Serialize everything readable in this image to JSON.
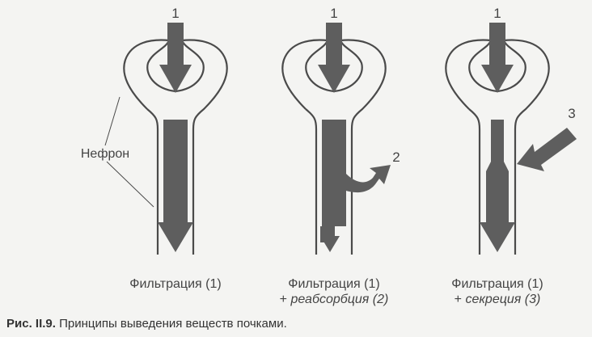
{
  "nephron_label": "Нефрон",
  "panels": [
    {
      "id": "filtration",
      "arrow_labels": [
        "1"
      ],
      "label_line1": "Фильтрация (1)",
      "label_plus": "",
      "label_line2": ""
    },
    {
      "id": "reabsorption",
      "arrow_labels": [
        "1",
        "2"
      ],
      "label_line1": "Фильтрация (1)",
      "label_plus": "+",
      "label_line2": "реабсорбция (2)"
    },
    {
      "id": "secretion",
      "arrow_labels": [
        "1",
        "3"
      ],
      "label_line1": "Фильтрация (1)",
      "label_plus": "+",
      "label_line2": "секреция (3)"
    }
  ],
  "caption": {
    "figure_number": "Рис. II.9.",
    "text": "Принципы выведения веществ почками."
  },
  "colors": {
    "arrow_fill": "#5e5e5e",
    "outline": "#4a4a4a",
    "background": "#f4f4f2"
  }
}
